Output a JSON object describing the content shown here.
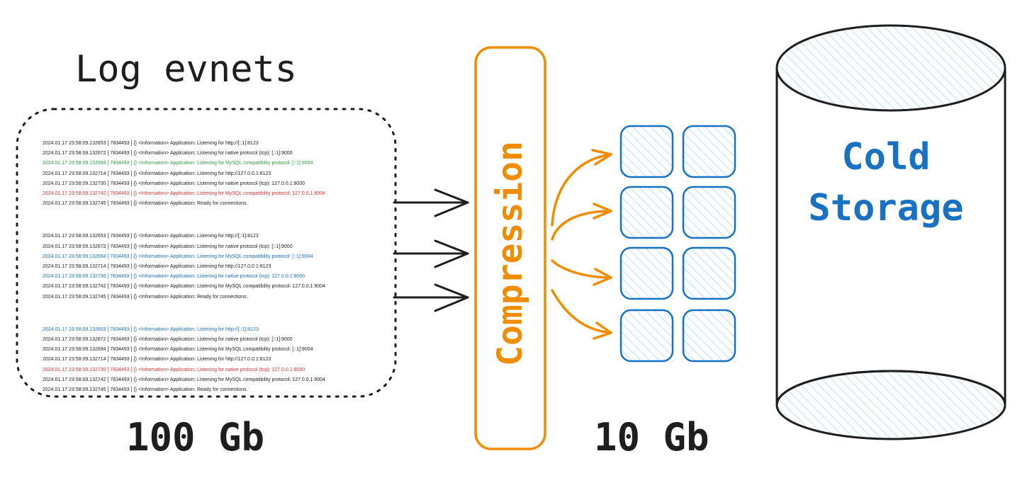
{
  "source": {
    "title": "Log evnets",
    "size_label": "100 Gb",
    "log_groups": [
      [
        {
          "text": "2024.01.17  23:58:09.132653  [ 7834493 ]  {}  <Information>  Application: Listening for http://[::1]:8123",
          "color": "#1e1e1e"
        },
        {
          "text": "2024.01.17  23:58:09.132672  [ 7834493 ]  {}  <Information>  Application: Listening for native protocol (tcp): [::1]:9000",
          "color": "#1e1e1e"
        },
        {
          "text": "2024.01.17  23:58:09.132694  [ 7834493 ]  {}  <Information>  Application: Listening for MySQL compatibility protocol: [::1]:9004",
          "color": "#2f9e44"
        },
        {
          "text": "2024.01.17  23:58:09.132714  [ 7834493 ]  {}  <Information>  Application: Listening for http://127.0.0.1:8123",
          "color": "#1e1e1e"
        },
        {
          "text": "2024.01.17  23:58:09.132730  [ 7834493 ]  {}  <Information>  Application: Listening for native protocol (tcp): 127.0.0.1:9000",
          "color": "#1e1e1e"
        },
        {
          "text": "2024.01.17  23:58:09.132742  [ 7834493 ]  {}  <Information>  Application: Listening for MySQL compatibility protocol: 127.0.0.1:9004",
          "color": "#e03131"
        },
        {
          "text": "2024.01.17  23:58:09.132745  [ 7834493 ]  {}  <Information>  Application: Ready for connections.",
          "color": "#1e1e1e"
        }
      ],
      [
        {
          "text": "2024.01.17  23:58:09.132653  [ 7834493 ]  {}  <Information>  Application: Listening for http://[::1]:8123",
          "color": "#1e1e1e"
        },
        {
          "text": "2024.01.17  23:58:09.132672  [ 7834493 ]  {}  <Information>  Application: Listening for native protocol (tcp): [::1]:9000",
          "color": "#1e1e1e"
        },
        {
          "text": "2024.01.17  23:58:09.132694  [ 7834493 ]  {}  <Information>  Application: Listening for MySQL compatibility protocol: [::1]:9004",
          "color": "#1971c2"
        },
        {
          "text": "2024.01.17  23:58:09.132714  [ 7834493 ]  {}  <Information>  Application: Listening for http://127.0.0.1:8123",
          "color": "#1e1e1e"
        },
        {
          "text": "2024.01.17  23:58:09.132730  [ 7834493 ]  {}  <Information>  Application: Listening for native protocol (tcp): 127.0.0.1:9000",
          "color": "#1971c2"
        },
        {
          "text": "2024.01.17  23:58:09.132742  [ 7834493 ]  {}  <Information>  Application: Listening for MySQL compatibility protocol: 127.0.0.1:9004",
          "color": "#1e1e1e"
        },
        {
          "text": "2024.01.17  23:58:09.132745  [ 7834493 ]  {}  <Information>  Application: Ready for connections.",
          "color": "#1e1e1e"
        }
      ],
      [
        {
          "text": "2024.01.17  23:58:09.132653  [ 7834493 ]  {}  <Information>  Application: Listening for http://[::1]:8123",
          "color": "#1971c2"
        },
        {
          "text": "2024.01.17  23:58:09.132672  [ 7834493 ]  {}  <Information>  Application: Listening for native protocol (tcp): [::1]:9000",
          "color": "#1e1e1e"
        },
        {
          "text": "2024.01.17  23:58:09.132694  [ 7834493 ]  {}  <Information>  Application: Listening for MySQL compatibility protocol: [::1]:9004",
          "color": "#1e1e1e"
        },
        {
          "text": "2024.01.17  23:58:09.132714  [ 7834493 ]  {}  <Information>  Application: Listening for http://127.0.0.1:8123",
          "color": "#1e1e1e"
        },
        {
          "text": "2024.01.17  23:58:09.132730  [ 7834493 ]  {}  <Information>  Application: Listening for native protocol (tcp): 127.0.0.1:9000",
          "color": "#e03131"
        },
        {
          "text": "2024.01.17  23:58:09.132742  [ 7834493 ]  {}  <Information>  Application: Listening for MySQL compatibility protocol: 127.0.0.1:9004",
          "color": "#1e1e1e"
        },
        {
          "text": "2024.01.17  23:58:09.132745  [ 7834493 ]  {}  <Information>  Application: Ready for connections.",
          "color": "#1e1e1e"
        }
      ]
    ]
  },
  "process": {
    "label": "Compression"
  },
  "output": {
    "size_label": "10 Gb",
    "blocks": 8
  },
  "storage": {
    "label_line1": "Cold",
    "label_line2": "Storage"
  },
  "colors": {
    "ink": "#1e1e1e",
    "compression": "#f08c00",
    "storage": "#1971c2",
    "hatch": "#a5d8ff"
  }
}
